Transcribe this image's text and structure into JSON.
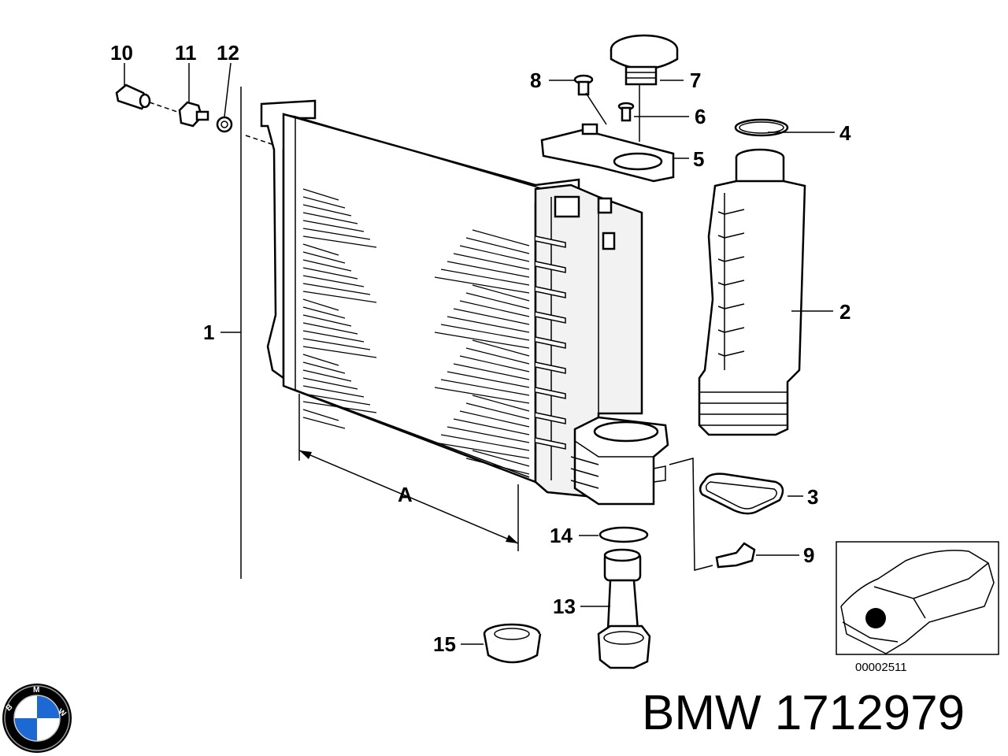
{
  "callouts": {
    "c1": "1",
    "c2": "2",
    "c3": "3",
    "c4": "4",
    "c5": "5",
    "c6": "6",
    "c7": "7",
    "c8": "8",
    "c9": "9",
    "c10": "10",
    "c11": "11",
    "c12": "12",
    "c13": "13",
    "c14": "14",
    "c15": "15",
    "dimA": "A"
  },
  "inset": {
    "image_number": "00002511"
  },
  "logo": {
    "letters": "BMW",
    "colors": {
      "blue": "#1c69d4",
      "black": "#000000",
      "white": "#ffffff"
    }
  },
  "title": "BMW 1712979"
}
